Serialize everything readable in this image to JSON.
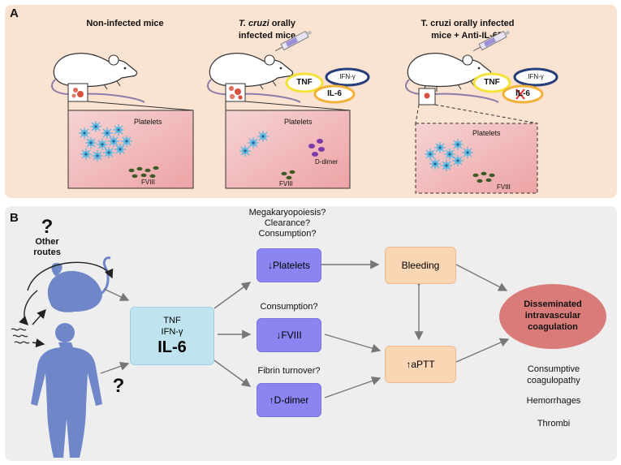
{
  "panel_a": {
    "label": "A",
    "columns": [
      {
        "title_line1": "Non-infected mice",
        "title_line2": "",
        "platelets_label": "Platelets",
        "fviii_label": "FVIII"
      },
      {
        "title_line1_italic": "T. cruzi",
        "title_line1_rest": " orally",
        "title_line2": "infected mice",
        "platelets_label": "Platelets",
        "fviii_label": "FVIII",
        "ddimer_label": "D-dimer"
      },
      {
        "title_line1": "T. cruzi orally infected",
        "title_line2": "mice + Anti-IL-6R",
        "platelets_label": "Platelets",
        "fviii_label": "FVIII"
      }
    ],
    "cytokines_infected": {
      "tnf": "TNF",
      "ifn": "IFN-γ",
      "il6": "IL-6"
    },
    "cytokines_treated": {
      "tnf": "TNF",
      "ifn": "IFN-γ",
      "il6": "IL-6"
    }
  },
  "panel_b": {
    "label": "B",
    "question_top": "?",
    "other_routes_line1": "Other",
    "other_routes_line2": "routes",
    "question_bottom": "?",
    "center_box": {
      "line1": "TNF",
      "line2": "IFN-γ",
      "line3": "IL-6"
    },
    "platelets_question_1": "Megakaryopoiesis?",
    "platelets_question_2": "Clearance?",
    "platelets_question_3": "Consumption?",
    "platelets_box": "↓Platelets",
    "fviii_question": "Consumption?",
    "fviii_box": "↓FVIII",
    "ddimer_question": "Fibrin turnover?",
    "ddimer_box": "↑D-dimer",
    "bleeding_box": "Bleeding",
    "aptt_box": "↑aPTT",
    "dic_line1": "Disseminated",
    "dic_line2": "intravascular",
    "dic_line3": "coagulation",
    "outcomes": [
      "Consumptive",
      "coagulopathy",
      "Hemorrhages",
      "Thrombi"
    ]
  },
  "colors": {
    "panel_a_bg": "#fbe3d2",
    "panel_b_bg": "#eeeeee",
    "pink_box": "#f1bfc0",
    "platelet_cyan": "#5fb8e2",
    "fviii_green": "#3d5a26",
    "ddimer_purple": "#7b3aa8",
    "tnf_ring": "#f4e23a",
    "ifn_ring": "#243f7a",
    "il6_ring": "#f2b23a",
    "center_box": "#bfe4ef",
    "purple_box": "#8c84f0",
    "orange_box": "#fbd6b4",
    "dic_ellipse": "#d97b78",
    "silhouette": "#6f87c9",
    "arrow": "#777777"
  }
}
